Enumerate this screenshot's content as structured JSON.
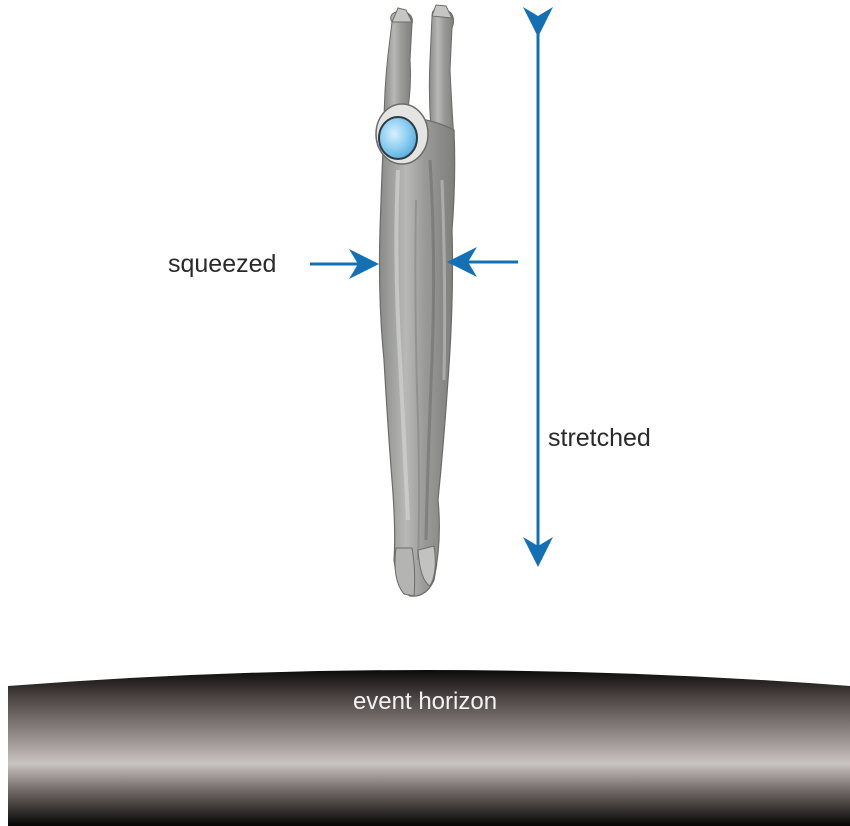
{
  "labels": {
    "squeezed": "squeezed",
    "stretched": "stretched",
    "event_horizon": "event horizon"
  },
  "colors": {
    "arrow": "#1470b4",
    "suit": "#a2a3a0",
    "visor": "#8fcff2",
    "horizon_dark": "#0c0a0a",
    "horizon_light": "#c9c3c1",
    "text": "#2a2a2a"
  },
  "icons": {
    "figure": "stretched-astronaut-icon",
    "helmet": "helmet-visor-icon"
  }
}
